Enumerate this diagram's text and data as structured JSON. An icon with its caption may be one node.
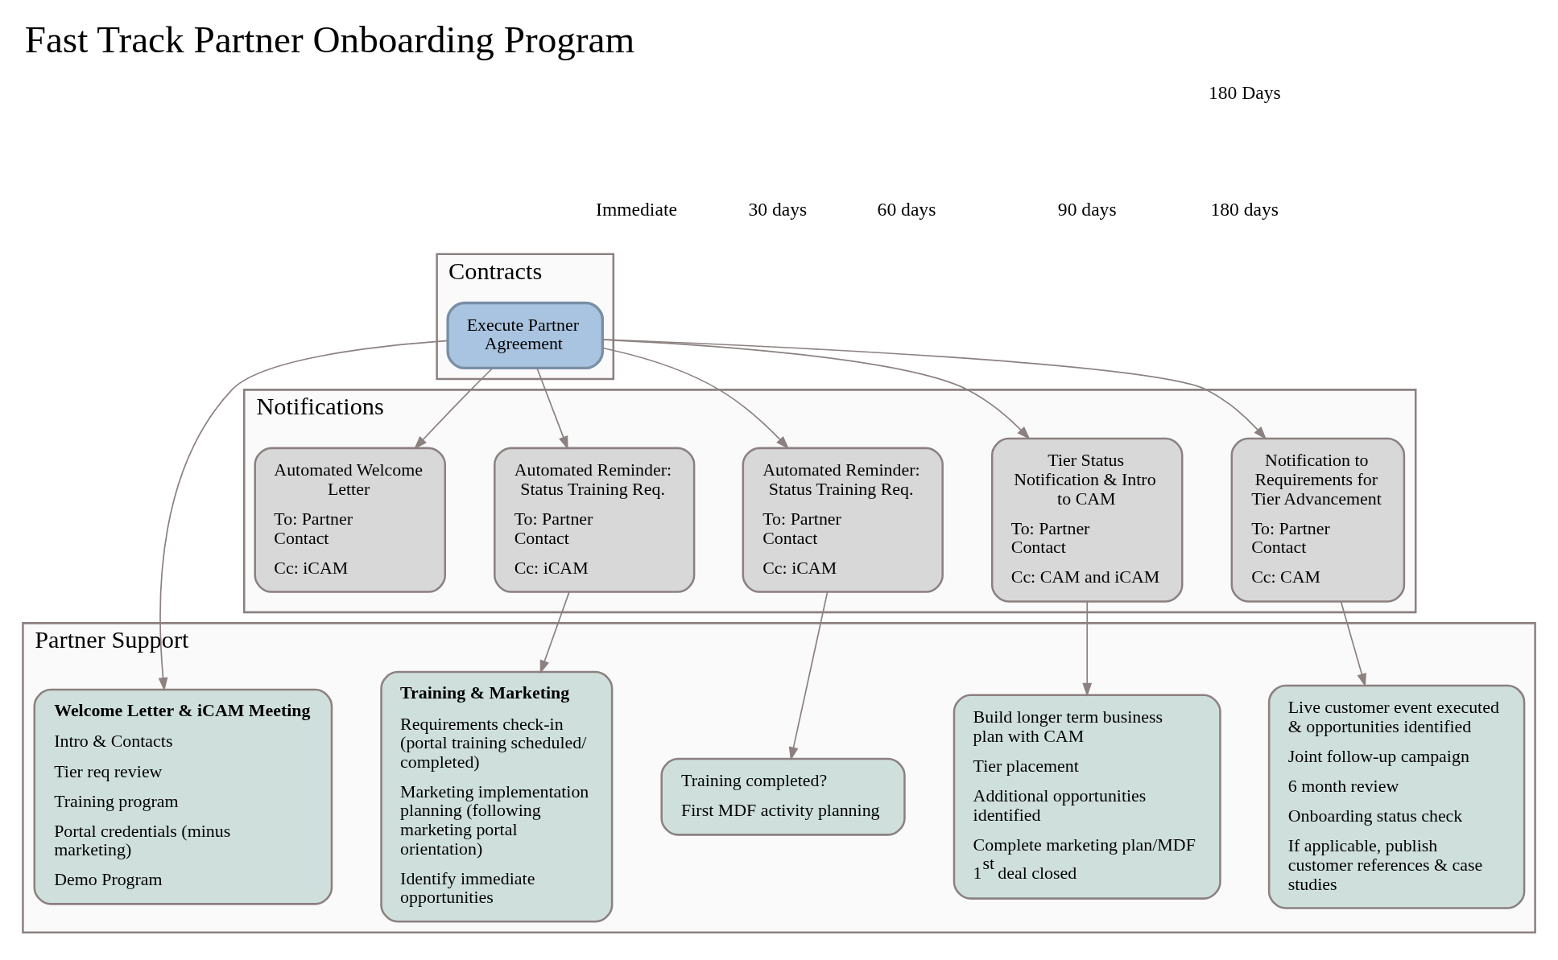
{
  "diagram": {
    "title": "Fast Track Partner Onboarding Program",
    "nodes": [
      {
        "text": [
          "Contracts"
        ]
      },
      {
        "text": [
          "Execute Partner Agreement"
        ],
        "in": 0
      },
      {
        "text": [
          "Notifications"
        ]
      },
      {
        "text": [
          "Automated Welcome Letter",
          "To: Partner Contact",
          "Cc: iCAM"
        ],
        "in": 2
      },
      {
        "text": [
          "Automated Reminder: Status Training Req.",
          "To: Partner Contact",
          "Cc: iCAM"
        ],
        "in": 2
      },
      {
        "text": [
          "Automated Reminder: Status Training Req.",
          "To: Partner Contact",
          "Cc: iCAM"
        ],
        "in": 2
      },
      {
        "text": [
          "Tier Status Notification & Intro to CAM",
          "To: Partner Contact",
          "Cc: CAM and iCAM"
        ],
        "in": 2
      },
      {
        "text": [
          "Notification to Requirements for Tier Advancement",
          "To: Partner Contact",
          "Cc: CAM"
        ],
        "in": 2
      },
      {
        "text": [
          "Partner Support"
        ]
      },
      {
        "text": [
          "Welcome Letter & iCAM Meeting",
          "Intro & Contacts",
          "Tier req review",
          "Training program",
          "Portal credentials (minus marketing)",
          "Demo Program"
        ],
        "in": 8
      },
      {
        "text": [
          "Training & Marketing",
          "Requirements check-in (portal training scheduled/ completed)",
          "Marketing implementation planning (following marketing portal orientation)",
          "Identify immediate opportunities"
        ],
        "in": 8
      },
      {
        "text": [
          "Training completed?",
          "First MDF activity planning"
        ],
        "in": 8
      },
      {
        "text": [
          "Build longer term business plan with CAM",
          "Tier placement",
          "Additional opportunities identified",
          "Complete marketing plan/MDF",
          "1$^{st}$ deal closed"
        ],
        "in": 8
      },
      {
        "text": [
          "Live customer event executed & opportunities identified",
          "Joint follow-up campaign",
          "6 month review",
          "Onboarding status check",
          "If applicable, publish customer references & case studies"
        ],
        "in": 8
      }
    ],
    "edges": [
      {
        "from": 1,
        "to": 3,
        "arrow": "to"
      },
      {
        "from": 1,
        "to": 4,
        "arrow": "to"
      },
      {
        "from": 1,
        "to": 5,
        "arrow": "to"
      },
      {
        "from": 1,
        "to": 6,
        "arrow": "to"
      },
      {
        "from": 1,
        "to": 7,
        "arrow": "to"
      },
      {
        "from": 1,
        "to": 9,
        "arrow": "to"
      },
      {
        "from": 4,
        "to": 10,
        "arrow": "to"
      },
      {
        "from": 5,
        "to": 11,
        "arrow": "to"
      },
      {
        "from": 6,
        "to": 12,
        "arrow": "to"
      },
      {
        "from": 7,
        "to": 13,
        "arrow": "to"
      }
    ],
    "labels": [
      "180 Days",
      "Immediate",
      "30 days",
      "60 days",
      "90 days",
      "180 days"
    ]
  }
}
